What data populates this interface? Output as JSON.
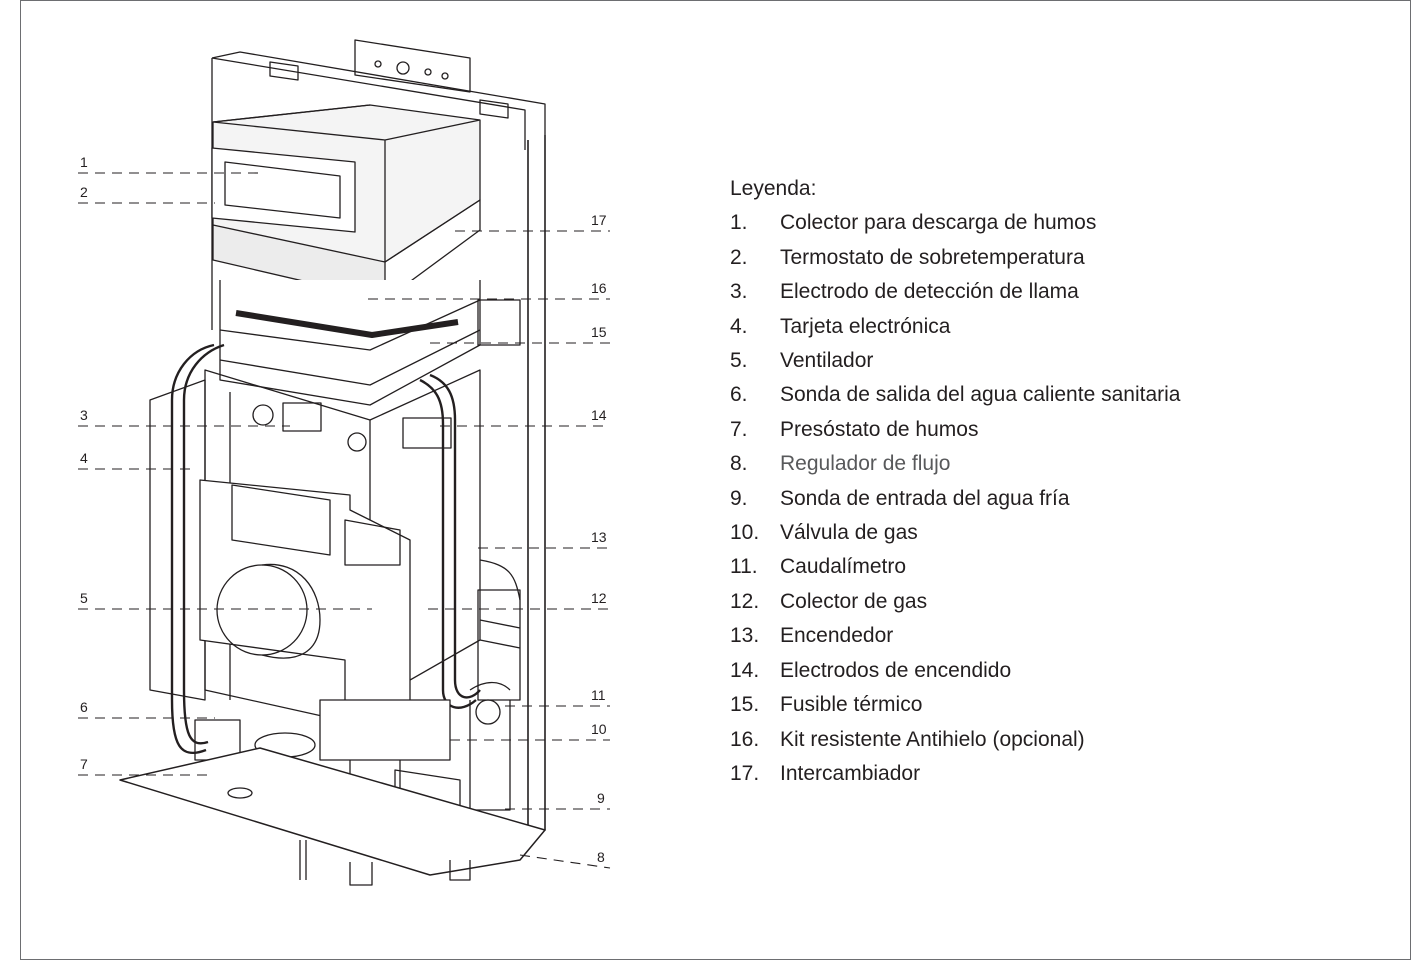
{
  "callouts": [
    "1",
    "2",
    "3",
    "4",
    "5",
    "6",
    "7",
    "17",
    "16",
    "15",
    "14",
    "13",
    "12",
    "11",
    "10",
    "9",
    "8"
  ],
  "legend": {
    "title": "Leyenda:",
    "items": [
      {
        "num": "1.",
        "text": "Colector para descarga de humos"
      },
      {
        "num": "2.",
        "text": "Termostato de sobretemperatura"
      },
      {
        "num": "3.",
        "text": "Electrodo de detección de llama"
      },
      {
        "num": "4.",
        "text": "Tarjeta electrónica"
      },
      {
        "num": "5.",
        "text": "Ventilador"
      },
      {
        "num": "6.",
        "text": "Sonda de salida del agua caliente sanitaria"
      },
      {
        "num": "7.",
        "text": "Presóstato de humos"
      },
      {
        "num": "8.",
        "text": "Regulador de flujo"
      },
      {
        "num": "9.",
        "text": "Sonda de entrada del agua fría"
      },
      {
        "num": "10.",
        "text": "Válvula de gas"
      },
      {
        "num": "11.",
        "text": "Caudalímetro"
      },
      {
        "num": "12.",
        "text": "Colector de gas"
      },
      {
        "num": "13.",
        "text": "Encendedor"
      },
      {
        "num": "14.",
        "text": "Electrodos de encendido"
      },
      {
        "num": "15.",
        "text": "Fusible térmico"
      },
      {
        "num": "16.",
        "text": "Kit resistente Antihielo (opcional)"
      },
      {
        "num": "17.",
        "text": "Intercambiador"
      }
    ]
  },
  "colors": {
    "frame": "#6d6e71",
    "line": "#231f20",
    "muted_text": "#58595b"
  }
}
